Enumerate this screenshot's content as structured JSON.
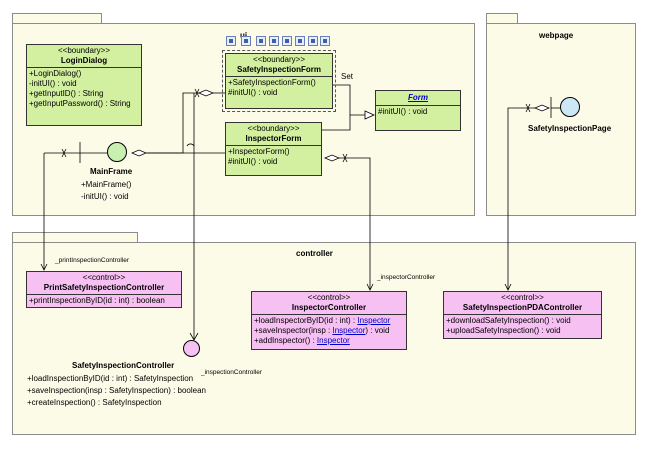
{
  "packages": {
    "ui": {
      "name": "ui"
    },
    "webpage": {
      "name": "webpage"
    },
    "controller": {
      "name": "controller"
    }
  },
  "classes": {
    "login_dialog": {
      "stereotype": "<<boundary>>",
      "name": "LoginDialog",
      "ops": [
        "+LoginDialog()",
        "-initUI() : void",
        "+getInputID() : String",
        "+getInputPassword() : String"
      ]
    },
    "safety_inspection_form": {
      "stereotype": "<<boundary>>",
      "name": "SafetyInspectionForm",
      "ops": [
        "+SafetyInspectionForm()",
        "#initUI() : void"
      ]
    },
    "inspector_form": {
      "stereotype": "<<boundary>>",
      "name": "InspectorForm",
      "ops": [
        "+InspectorForm()",
        "#initUI() : void"
      ]
    },
    "form": {
      "name": "Form",
      "ops": [
        "#initUI() : void"
      ]
    },
    "print_controller": {
      "stereotype": "<<control>>",
      "name": "PrintSafetyInspectionController",
      "ops": [
        "+printInspectionByID(id : int) : boolean"
      ]
    },
    "inspector_controller": {
      "stereotype": "<<control>>",
      "name": "InspectorController",
      "ops": [
        {
          "prefix": "+loadInspectorByID(id : int) : ",
          "link": "Inspector",
          "suffix": ""
        },
        {
          "prefix": "+saveInspector(insp : ",
          "link": "Inspector",
          "suffix": ") : void"
        },
        {
          "prefix": "+addInspector() : ",
          "link": "Inspector",
          "suffix": ""
        }
      ]
    },
    "pda_controller": {
      "stereotype": "<<control>>",
      "name": "SafetyInspectionPDAController",
      "ops": [
        "+downloadSafetyInspection() : void",
        "+uploadSafetyInspection() : void"
      ]
    }
  },
  "mainframe": {
    "name": "MainFrame",
    "ops": [
      "+MainFrame()",
      "-initUI() : void"
    ]
  },
  "safety_inspection_page": {
    "name": "SafetyInspectionPage"
  },
  "safety_inspection_controller": {
    "name": "SafetyInspectionController",
    "ops": [
      "+loadInspectionByID(id : int) : SafetyInspection",
      "+saveInspection(insp : SafetyInspection) : boolean",
      "+createInspection() : SafetyInspection"
    ]
  },
  "labels": {
    "set": "Set",
    "print_role": "_printInspectionController",
    "inspector_role": "_inspectorController",
    "inspection_role": "_inspectionController"
  },
  "colors": {
    "boundary_fill": "#d3f0a0",
    "control_fill": "#f7c0f2",
    "package_fill": "#fcfbe8",
    "circle_fill": "#c9f0b0",
    "page_circle_fill": "#cde8f5"
  }
}
